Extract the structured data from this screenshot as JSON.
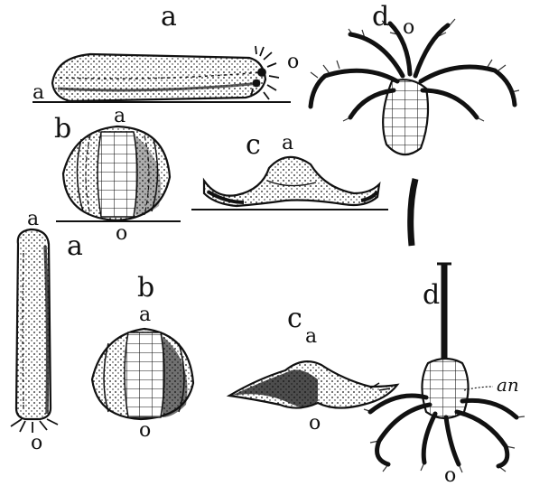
{
  "colors": {
    "ink": "#111111",
    "paper": "#ffffff"
  },
  "upper_row": {
    "a": {
      "label": "a",
      "mouth": "o",
      "top": "a"
    },
    "b": {
      "label": "b",
      "top": "a",
      "mouth": "o"
    },
    "c": {
      "label": "c",
      "top": "a"
    },
    "d": {
      "label": "d",
      "mouth": "o"
    }
  },
  "lower_row": {
    "a": {
      "label": "a",
      "top": "a",
      "mouth": "o"
    },
    "b": {
      "label": "b",
      "top": "a",
      "mouth": "o"
    },
    "c": {
      "label": "c",
      "top": "a",
      "mouth": "o"
    },
    "d": {
      "label": "d",
      "anus": "an",
      "mouth": "o"
    }
  }
}
